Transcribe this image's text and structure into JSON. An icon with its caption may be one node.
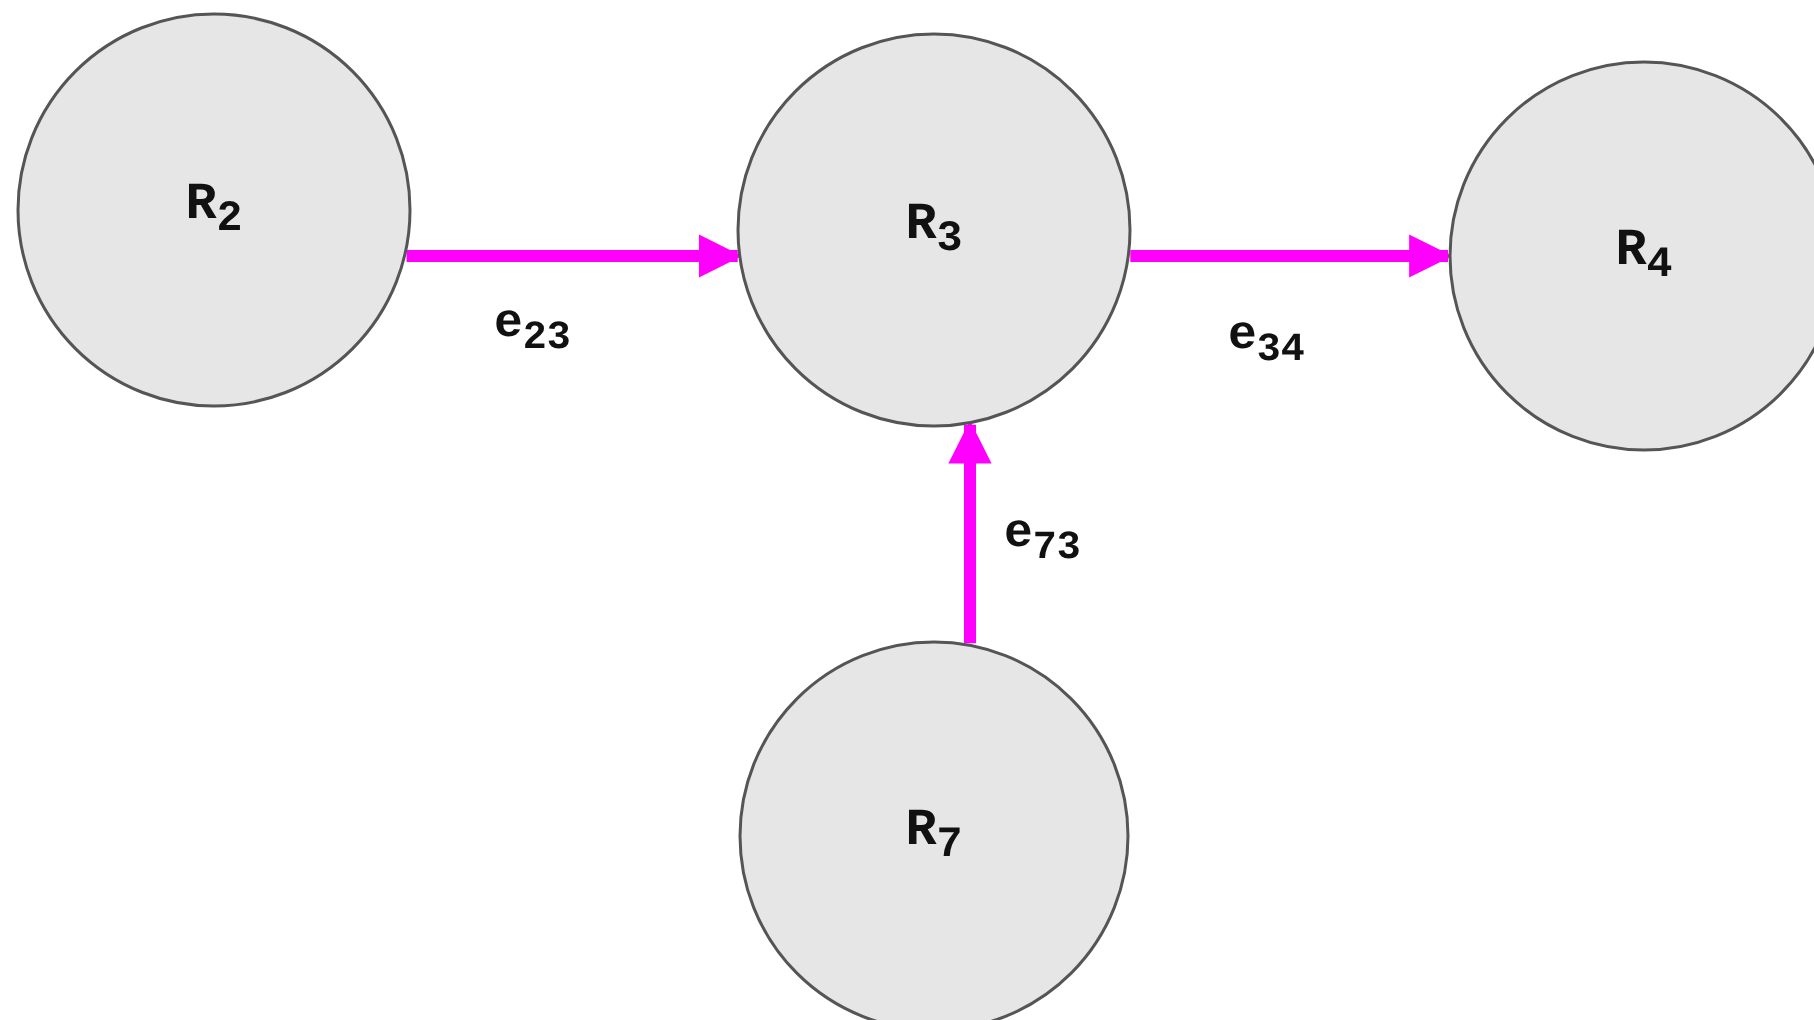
{
  "diagram": {
    "nodes": [
      {
        "text": [
          "R$_{2}$"
        ]
      },
      {
        "text": [
          "R$_{3}$"
        ]
      },
      {
        "text": [
          "R$_{4}$"
        ]
      },
      {
        "text": [
          "R$_{7}$"
        ]
      }
    ],
    "edges": [
      {
        "from": 0,
        "to": 1,
        "arrow": "to",
        "label": "e$_{23}$"
      },
      {
        "from": 1,
        "to": 2,
        "arrow": "to",
        "label": "e$_{34}$"
      },
      {
        "from": 3,
        "to": 1,
        "arrow": "to",
        "label": "e$_{73}$"
      }
    ]
  }
}
